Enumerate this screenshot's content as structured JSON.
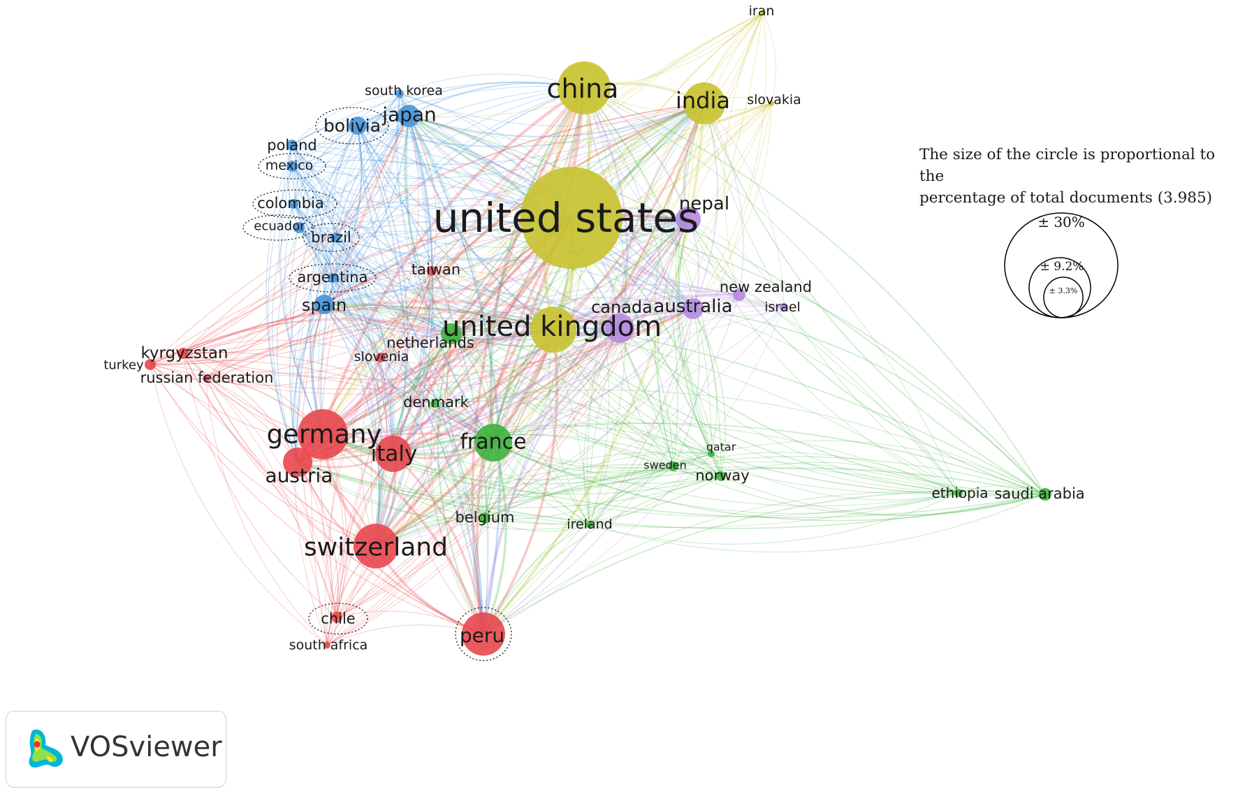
{
  "colors": {
    "red": "#e8474c",
    "green": "#3eb23e",
    "blue": "#4593db",
    "yellow": "#c9c332",
    "purple": "#b48ae0"
  },
  "legend": {
    "line1": "The size of the circle is proportional to the",
    "line2": "percentage of total documents (3.985)",
    "sizes": [
      "± 30%",
      "± 9.2%",
      "± 3.3%"
    ]
  },
  "branding": {
    "app_name": "VOSviewer",
    "icon": "vosviewer-logo-icon"
  },
  "nodes": [
    {
      "id": "united-states",
      "label": "united states",
      "cluster": "yellow",
      "weight": 30
    },
    {
      "id": "china",
      "label": "china",
      "cluster": "yellow",
      "weight": 4.5
    },
    {
      "id": "india",
      "label": "india",
      "cluster": "yellow",
      "weight": 2.8
    },
    {
      "id": "iran",
      "label": "iran",
      "cluster": "yellow",
      "weight": 0.3
    },
    {
      "id": "slovakia",
      "label": "slovakia",
      "cluster": "yellow",
      "weight": 0.3
    },
    {
      "id": "united-kingdom",
      "label": "united kingdom",
      "cluster": "yellow",
      "weight": 6.5
    },
    {
      "id": "nepal",
      "label": "nepal",
      "cluster": "purple",
      "weight": 1.4
    },
    {
      "id": "canada",
      "label": "canada",
      "cluster": "purple",
      "weight": 1.8
    },
    {
      "id": "australia",
      "label": "australia",
      "cluster": "purple",
      "weight": 0.8
    },
    {
      "id": "new-zealand",
      "label": "new zealand",
      "cluster": "purple",
      "weight": 0.4
    },
    {
      "id": "israel",
      "label": "israel",
      "cluster": "purple",
      "weight": 0.2
    },
    {
      "id": "japan",
      "label": "japan",
      "cluster": "blue",
      "weight": 1.1
    },
    {
      "id": "south-korea",
      "label": "south korea",
      "cluster": "blue",
      "weight": 0.2
    },
    {
      "id": "bolivia",
      "label": "bolivia",
      "cluster": "blue",
      "weight": 0.7
    },
    {
      "id": "poland",
      "label": "poland",
      "cluster": "blue",
      "weight": 0.3
    },
    {
      "id": "mexico",
      "label": "mexico",
      "cluster": "blue",
      "weight": 0.3
    },
    {
      "id": "colombia",
      "label": "colombia",
      "cluster": "blue",
      "weight": 0.25
    },
    {
      "id": "ecuador",
      "label": "ecuador",
      "cluster": "blue",
      "weight": 0.3
    },
    {
      "id": "brazil",
      "label": "brazil",
      "cluster": "blue",
      "weight": 0.25
    },
    {
      "id": "argentina",
      "label": "argentina",
      "cluster": "blue",
      "weight": 0.25
    },
    {
      "id": "spain",
      "label": "spain",
      "cluster": "blue",
      "weight": 0.8
    },
    {
      "id": "taiwan",
      "label": "taiwan",
      "cluster": "red",
      "weight": 0.2
    },
    {
      "id": "netherlands",
      "label": "netherlands",
      "cluster": "green",
      "weight": 0.9
    },
    {
      "id": "slovenia",
      "label": "slovenia",
      "cluster": "red",
      "weight": 0.2
    },
    {
      "id": "kyrgyzstan",
      "label": "kyrgyzstan",
      "cluster": "red",
      "weight": 0.4
    },
    {
      "id": "turkey",
      "label": "turkey",
      "cluster": "red",
      "weight": 0.3
    },
    {
      "id": "russian-federation",
      "label": "russian federation",
      "cluster": "red",
      "weight": 0.2
    },
    {
      "id": "denmark",
      "label": "denmark",
      "cluster": "green",
      "weight": 0.2
    },
    {
      "id": "germany",
      "label": "germany",
      "cluster": "red",
      "weight": 4.0
    },
    {
      "id": "austria",
      "label": "austria",
      "cluster": "red",
      "weight": 1.4
    },
    {
      "id": "italy",
      "label": "italy",
      "cluster": "red",
      "weight": 2.1
    },
    {
      "id": "france",
      "label": "france",
      "cluster": "green",
      "weight": 2.4
    },
    {
      "id": "qatar",
      "label": "qatar",
      "cluster": "green",
      "weight": 0.2
    },
    {
      "id": "sweden",
      "label": "sweden",
      "cluster": "green",
      "weight": 0.3
    },
    {
      "id": "norway",
      "label": "norway",
      "cluster": "green",
      "weight": 0.3
    },
    {
      "id": "ethiopia",
      "label": "ethiopia",
      "cluster": "green",
      "weight": 0.2
    },
    {
      "id": "saudi-arabia",
      "label": "saudi arabia",
      "cluster": "green",
      "weight": 0.5
    },
    {
      "id": "belgium",
      "label": "belgium",
      "cluster": "green",
      "weight": 0.3
    },
    {
      "id": "ireland",
      "label": "ireland",
      "cluster": "green",
      "weight": 0.2
    },
    {
      "id": "switzerland",
      "label": "switzerland",
      "cluster": "red",
      "weight": 4.2
    },
    {
      "id": "chile",
      "label": "chile",
      "cluster": "red",
      "weight": 0.3
    },
    {
      "id": "south-africa",
      "label": "south africa",
      "cluster": "red",
      "weight": 0.2
    },
    {
      "id": "peru",
      "label": "peru",
      "cluster": "red",
      "weight": 3.0
    }
  ]
}
